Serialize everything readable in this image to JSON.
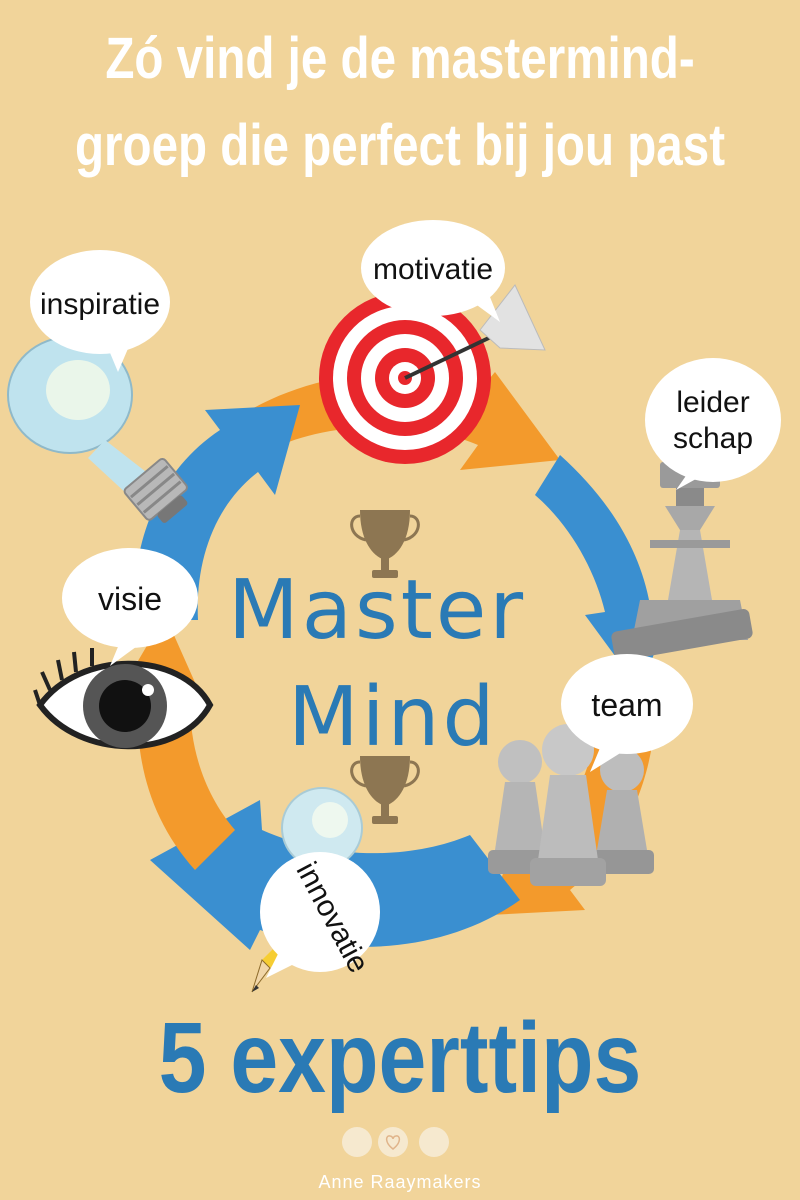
{
  "poster": {
    "title_line1": "Zó vind je de mastermind-",
    "title_line2": "groep die perfect bij jou past",
    "center_line1": "Master",
    "center_line2": "Mind",
    "bottom_title": "5 experttips",
    "brand": "Anne Raaymakers"
  },
  "bubbles": {
    "inspiration": "inspiratie",
    "motivation": "motivatie",
    "leadership_line1": "leider",
    "leadership_line2": "schap",
    "vision": "visie",
    "team": "team",
    "innovation": "innovatie"
  },
  "icons": [
    "light-bulb-icon",
    "target-icon",
    "chess-king-icon",
    "eye-icon",
    "chess-pawns-icon",
    "small-bulb-icon",
    "pencil-icon",
    "trophy-icon",
    "heart-logo-icon"
  ],
  "colors": {
    "background": "#f1d49a",
    "blue": "#3a8fd0",
    "orange": "#f39a2c",
    "text_blue": "#2a7ab5",
    "white": "#ffffff"
  }
}
